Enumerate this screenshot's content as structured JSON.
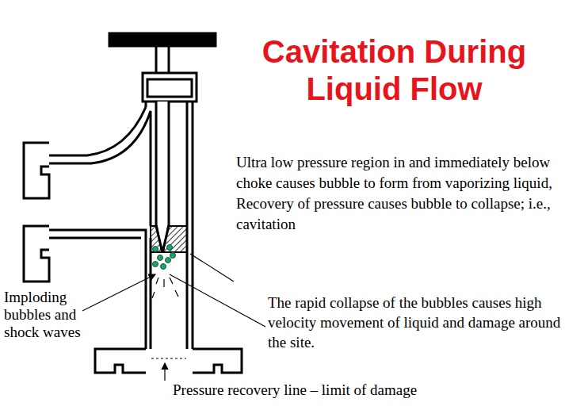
{
  "diagram": {
    "title": "Cavitation During Liquid Flow",
    "labels": [
      "Ultra low pressure region in and immediately below choke causes bubble to form from vaporizing liquid, Recovery of pressure causes bubble to collapse; i.e., cavitation",
      "Imploding bubbles and shock waves",
      "The rapid collapse of the bubbles causes high velocity movement of liquid and damage around the site.",
      "Pressure recovery line – limit of damage"
    ]
  }
}
